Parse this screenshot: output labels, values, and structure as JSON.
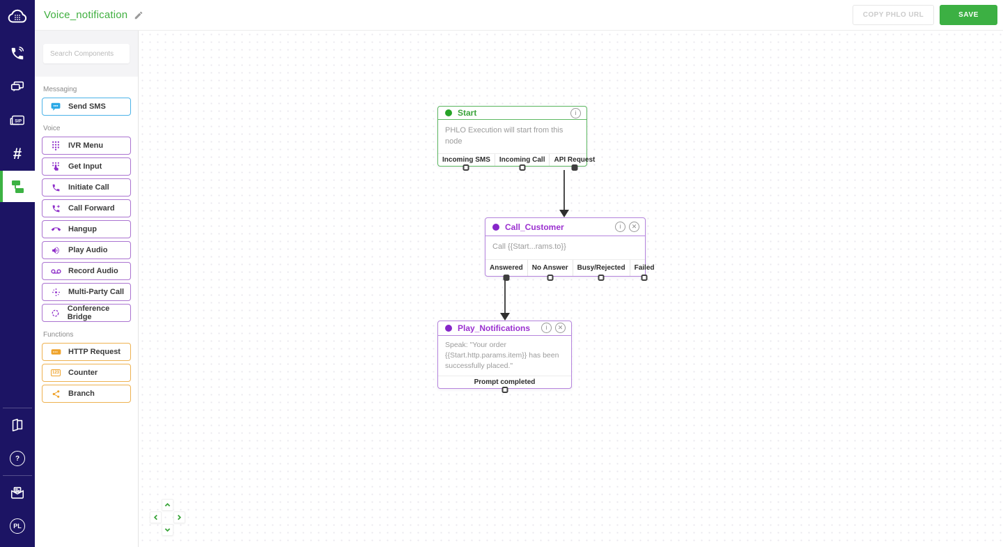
{
  "colors": {
    "rail_navy": "#1c1464",
    "brand_green": "#3cb043",
    "node_green": "#5cb860",
    "node_purple": "#b584dd",
    "messaging_blue": "#4ab2e8",
    "voice_purple": "#aa72d0",
    "functions_orange": "#eeb14f"
  },
  "header": {
    "title": "Voice_notification",
    "copy_button": "COPY PHLO URL",
    "save_button": "SAVE"
  },
  "sidebar": {
    "icons": [
      "plivo-cloud-logo",
      "voice",
      "messaging",
      "sip-trunking",
      "phone-numbers",
      "phlo-active",
      "docs",
      "help",
      "feedback",
      "plivo-account"
    ],
    "glyphs": {
      "sip": "SIP",
      "hash": "#",
      "help": "?",
      "pl": "PL"
    }
  },
  "panel": {
    "search_placeholder": "Search Components",
    "sections": [
      {
        "label": "Messaging",
        "items": [
          {
            "label": "Send SMS",
            "icon": "sms-icon"
          }
        ]
      },
      {
        "label": "Voice",
        "items": [
          {
            "label": "IVR Menu",
            "icon": "dialpad-icon"
          },
          {
            "label": "Get Input",
            "icon": "input-press-icon"
          },
          {
            "label": "Initiate Call",
            "icon": "phone-icon"
          },
          {
            "label": "Call Forward",
            "icon": "phone-forward-icon"
          },
          {
            "label": "Hangup",
            "icon": "phone-hangup-icon"
          },
          {
            "label": "Play Audio",
            "icon": "speaker-icon"
          },
          {
            "label": "Record Audio",
            "icon": "voicemail-icon"
          },
          {
            "label": "Multi-Party Call",
            "icon": "multi-party-icon"
          },
          {
            "label": "Conference Bridge",
            "icon": "conference-icon"
          }
        ]
      },
      {
        "label": "Functions",
        "items": [
          {
            "label": "HTTP Request",
            "icon": "http-icon"
          },
          {
            "label": "Counter",
            "icon": "counter-icon",
            "glyph": "123"
          },
          {
            "label": "Branch",
            "icon": "branch-icon"
          }
        ]
      }
    ]
  },
  "canvas": {
    "nodes": [
      {
        "title": "Start",
        "body": "PHLO Execution will start from this node",
        "outputs": [
          {
            "label": "Incoming SMS",
            "connected": false
          },
          {
            "label": "Incoming Call",
            "connected": false
          },
          {
            "label": "API Request",
            "connected": true
          }
        ]
      },
      {
        "title": "Call_Customer",
        "body": "Call {{Start...rams.to}}",
        "outputs": [
          {
            "label": "Answered",
            "connected": true
          },
          {
            "label": "No Answer",
            "connected": false
          },
          {
            "label": "Busy/Rejected",
            "connected": false
          },
          {
            "label": "Failed",
            "connected": false
          }
        ]
      },
      {
        "title": "Play_Notifications",
        "body": "Speak: \"Your order {{Start.http.params.item}} has been successfully placed.\"",
        "outputs": [
          {
            "label": "Prompt completed",
            "connected": false
          }
        ]
      }
    ],
    "node_icon_glyphs": {
      "info": "i",
      "close": "✕"
    }
  }
}
